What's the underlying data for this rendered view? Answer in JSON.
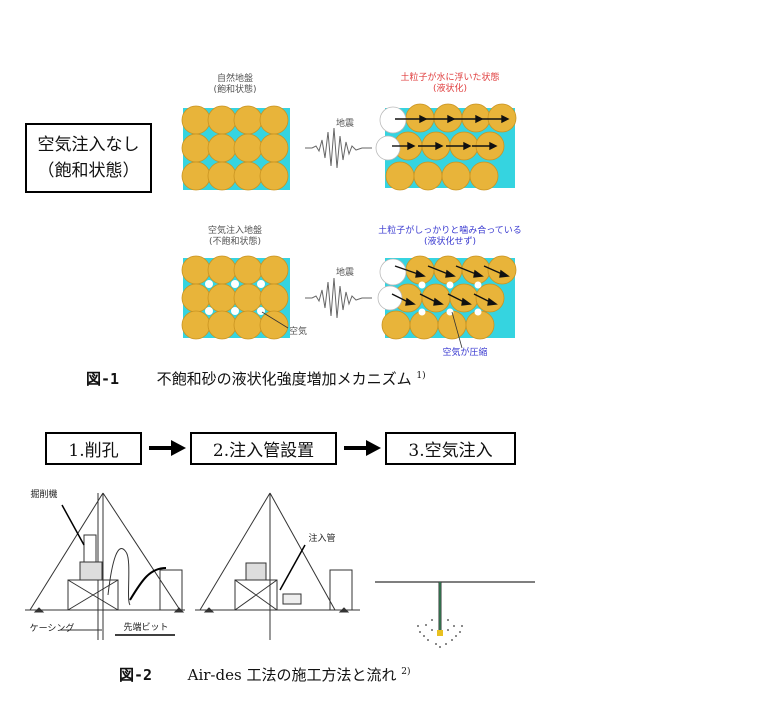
{
  "fig1": {
    "left_box": [
      "空気注入なし",
      "（飽和状態）"
    ],
    "top_left_title": "自然地盤\n(飽和状態)",
    "top_right_title": "土粒子が水に浮いた状態\n(液状化)",
    "top_quake": "地震",
    "bottom_left_title": "空気注入地盤\n(不飽和状態)",
    "bottom_right_title": "土粒子がしっかりと噛み合っている\n(液状化せず)",
    "bottom_quake": "地震",
    "air_label": "空気",
    "compress_label": "空気が圧縮",
    "caption_num": "図-1",
    "caption_text": "不飽和砂の液状化強度増加メカニズム",
    "caption_ref": "1)",
    "colors": {
      "grain": "#e8b43a",
      "water": "#35d4e0",
      "red": "#e04040",
      "blue": "#3a3ad0"
    }
  },
  "fig2": {
    "steps": [
      "1.削孔",
      "2.注入管設置",
      "3.空気注入"
    ],
    "label_drill": "掘削機",
    "label_casing": "ケーシング",
    "label_bit": "先端ビット",
    "label_pipe": "注入管",
    "caption_num": "図-2",
    "caption_text": "Air-des 工法の施工方法と流れ",
    "caption_ref": "2)"
  }
}
